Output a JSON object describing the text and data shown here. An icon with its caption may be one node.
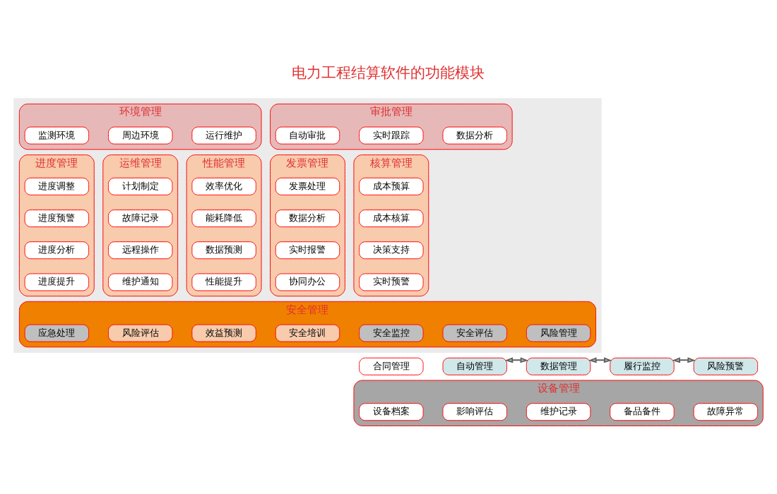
{
  "diagram": {
    "title": "电力工程结算软件的功能模块",
    "nodes": [
      {
        "text": [],
        "shape": "box"
      },
      {
        "text": [
          "审批管理"
        ],
        "in": 0
      },
      {
        "text": [
          "自动审批"
        ],
        "in": 1
      },
      {
        "text": [
          "实时跟踪"
        ],
        "in": 1
      },
      {
        "text": [
          "数据分析"
        ],
        "in": 1
      },
      {
        "text": [
          "环境管理"
        ],
        "in": 0
      },
      {
        "text": [
          "监测环境"
        ],
        "in": 5
      },
      {
        "text": [
          "周边环境"
        ],
        "in": 5
      },
      {
        "text": [
          "运行维护"
        ],
        "in": 5
      },
      {
        "text": [
          "性能管理"
        ],
        "in": 0
      },
      {
        "text": [
          "效率优化"
        ],
        "in": 9
      },
      {
        "text": [
          "能耗降低"
        ],
        "in": 9
      },
      {
        "text": [
          "数据预测"
        ],
        "in": 9
      },
      {
        "text": [
          "性能提升"
        ],
        "in": 9
      },
      {
        "text": [
          "发票管理"
        ],
        "in": 0
      },
      {
        "text": [
          "发票处理"
        ],
        "in": 14
      },
      {
        "text": [
          "数据分析"
        ],
        "in": 14
      },
      {
        "text": [
          "实时报警"
        ],
        "in": 14
      },
      {
        "text": [
          "协同办公"
        ],
        "in": 14
      },
      {
        "text": [
          "核算管理"
        ],
        "in": 0
      },
      {
        "text": [
          "成本预算"
        ],
        "in": 19
      },
      {
        "text": [
          "成本核算"
        ],
        "in": 19
      },
      {
        "text": [
          "决策支持"
        ],
        "in": 19
      },
      {
        "text": [
          "实时预警"
        ],
        "in": 19
      },
      {
        "text": [
          "进度管理"
        ],
        "in": 0
      },
      {
        "text": [
          "进度调整"
        ],
        "in": 24
      },
      {
        "text": [
          "进度预警"
        ],
        "in": 24
      },
      {
        "text": [
          "进度分析"
        ],
        "in": 24
      },
      {
        "text": [
          "进度提升"
        ],
        "in": 24
      },
      {
        "text": [
          "运维管理"
        ],
        "in": 0
      },
      {
        "text": [
          "计划制定"
        ],
        "in": 29
      },
      {
        "text": [
          "故障记录"
        ],
        "in": 29
      },
      {
        "text": [
          "远程操作"
        ],
        "in": 29
      },
      {
        "text": [
          "维护通知"
        ],
        "in": 29
      },
      {
        "text": [
          "安全管理"
        ],
        "in": 0
      },
      {
        "text": [
          "安全监控"
        ],
        "in": 34
      },
      {
        "text": [
          "安全评估"
        ],
        "in": 34
      },
      {
        "text": [
          "风险管理"
        ],
        "in": 34
      },
      {
        "text": [
          "应急处理"
        ],
        "in": 34
      },
      {
        "text": [
          "风险评估"
        ],
        "in": 34
      },
      {
        "text": [
          "效益预测"
        ],
        "in": 34
      },
      {
        "text": [
          "安全培训"
        ],
        "in": 34
      },
      {
        "text": [
          "合同管理"
        ]
      },
      {
        "text": [
          "自动管理"
        ]
      },
      {
        "text": [
          "数据管理"
        ]
      },
      {
        "text": [
          "履行监控"
        ]
      },
      {
        "text": [
          "风险预警"
        ]
      },
      {
        "text": [
          "设备管理"
        ]
      },
      {
        "text": [
          "设备档案"
        ],
        "in": 47
      },
      {
        "text": [
          "影响评估"
        ],
        "in": 47
      },
      {
        "text": [
          "维护记录"
        ],
        "in": 47
      },
      {
        "text": [
          "备品备件"
        ],
        "in": 47
      },
      {
        "text": [
          "故障异常"
        ],
        "in": 47
      }
    ],
    "edges": [
      {
        "from": 43,
        "to": 44,
        "arrow": "both"
      },
      {
        "from": 44,
        "to": 45,
        "arrow": "both"
      },
      {
        "from": 45,
        "to": 46,
        "arrow": "both"
      }
    ]
  }
}
